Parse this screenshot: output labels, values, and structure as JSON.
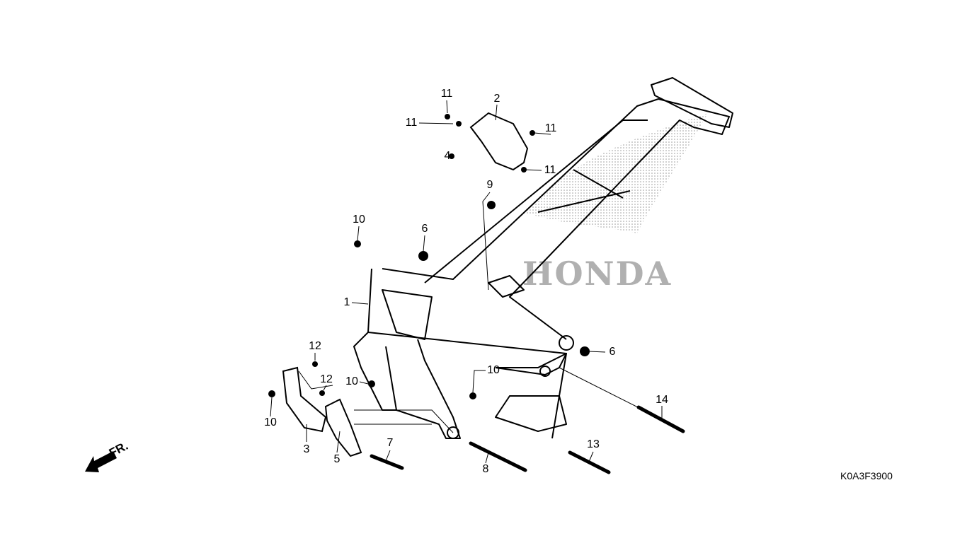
{
  "diagram_code": "K0A3F3900",
  "direction_indicator": "FR.",
  "watermark_logo": "HONDA",
  "callouts": [
    "11",
    "2",
    "11",
    "11",
    "4",
    "11",
    "9",
    "10",
    "6",
    "1",
    "6",
    "12",
    "12",
    "10",
    "10",
    "10",
    "3",
    "5",
    "7",
    "8",
    "13",
    "14"
  ],
  "colors": {
    "line": "#000000",
    "watermark": "#bbbbbb"
  }
}
